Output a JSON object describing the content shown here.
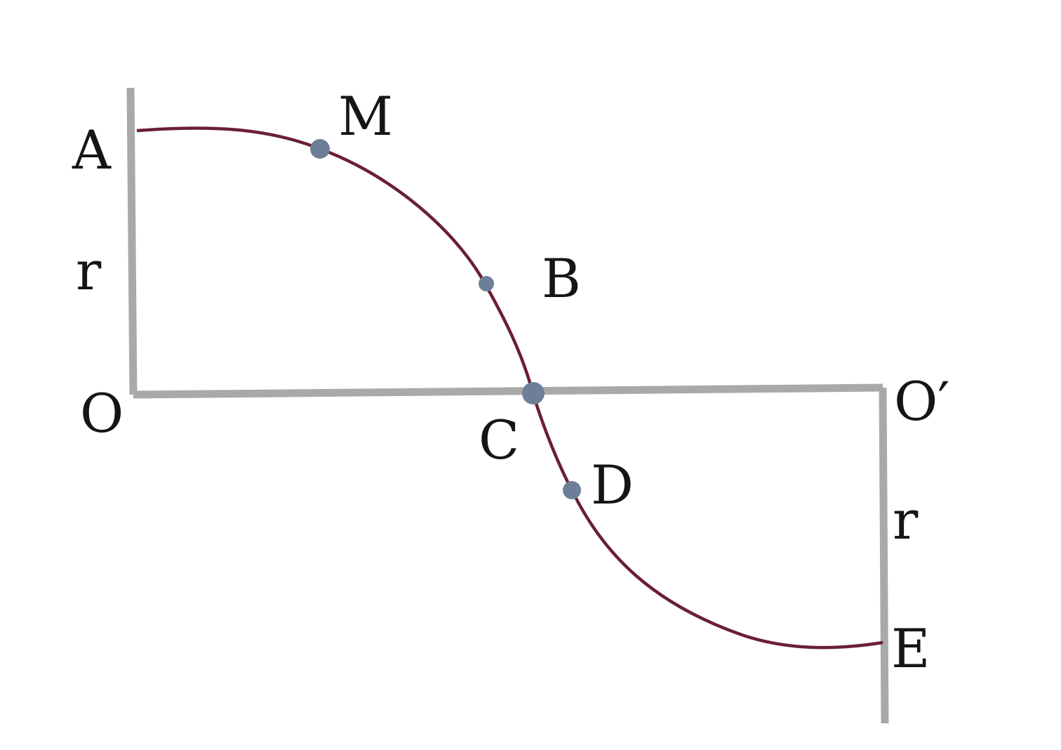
{
  "labels": {
    "A": "A",
    "M": "M",
    "r_left": "r",
    "B": "B",
    "O": "O",
    "C": "C",
    "O_prime": "O′",
    "D": "D",
    "r_right": "r",
    "E": "E"
  },
  "colors": {
    "axis": "#a9a9a9",
    "curve": "#6a1f35",
    "point": "#6d7f98",
    "text": "#151515"
  }
}
